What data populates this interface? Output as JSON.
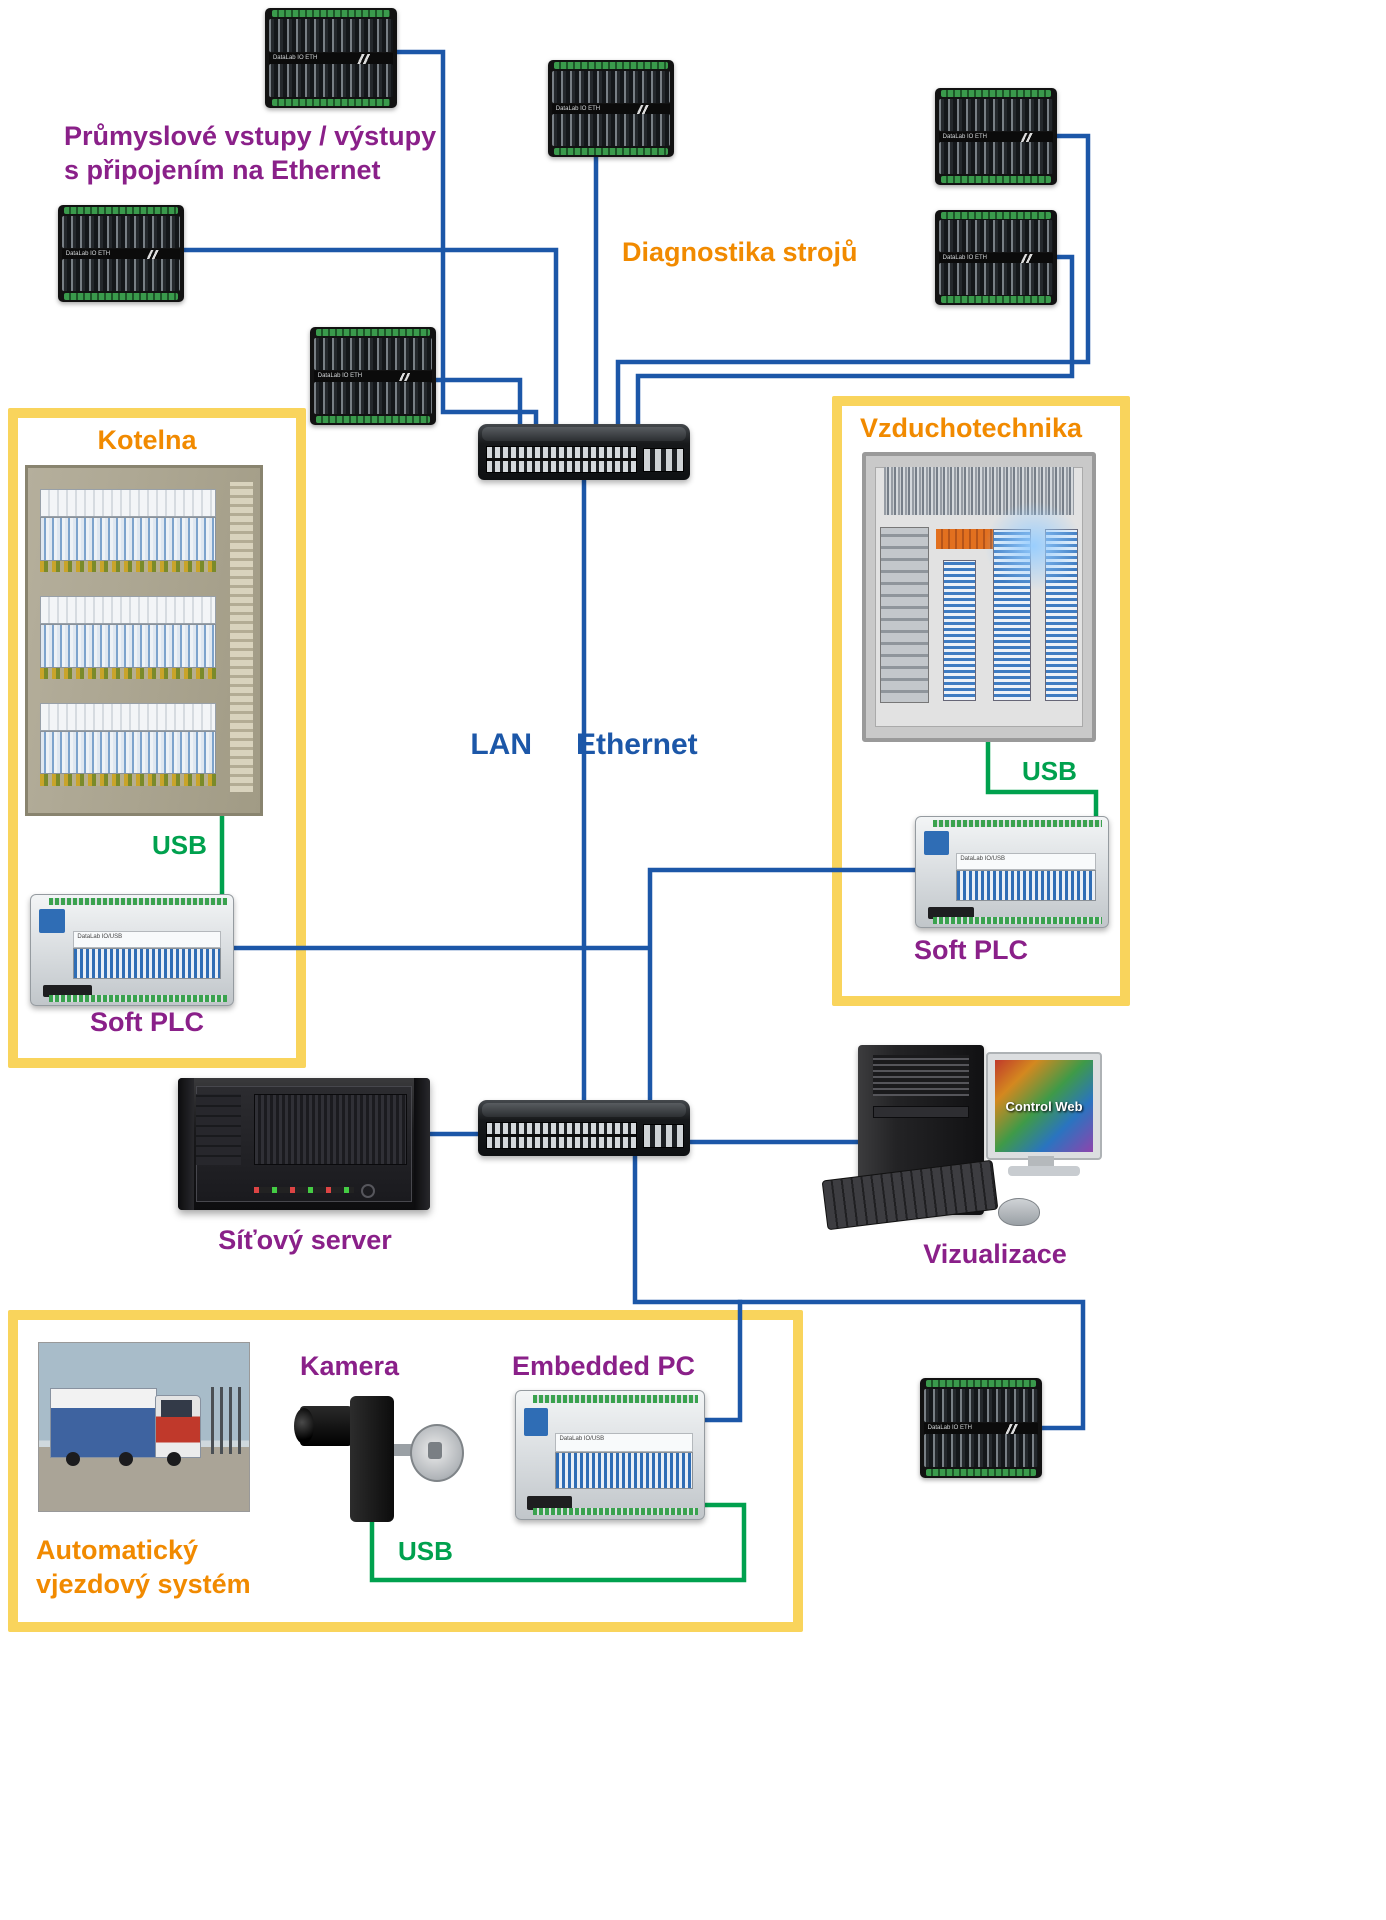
{
  "colors": {
    "accent_purple": "#8a2089",
    "accent_orange": "#f18a00",
    "line_blue": "#1c57a8",
    "line_green": "#00a14e",
    "box_yellow": "#f9d45c"
  },
  "labels": {
    "top_caption_line1": "Průmyslové vstupy / výstupy",
    "top_caption_line2": "s připojením na Ethernet",
    "diagnostics": "Diagnostika strojů",
    "kotelna": "Kotelna",
    "vzduchotechnika": "Vzduchotechnika",
    "usb": "USB",
    "soft_plc": "Soft PLC",
    "lan": "LAN",
    "ethernet": "Ethernet",
    "server": "Síťový server",
    "visualization": "Vizualizace",
    "camera": "Kamera",
    "embedded_pc": "Embedded PC",
    "entry_system_line1": "Automatický",
    "entry_system_line2": "vjezdový systém"
  },
  "devices": {
    "io_module_label": "DataLab IO ETH",
    "plc_label": "DataLab IO/USB",
    "monitor_text": "Control Web"
  }
}
